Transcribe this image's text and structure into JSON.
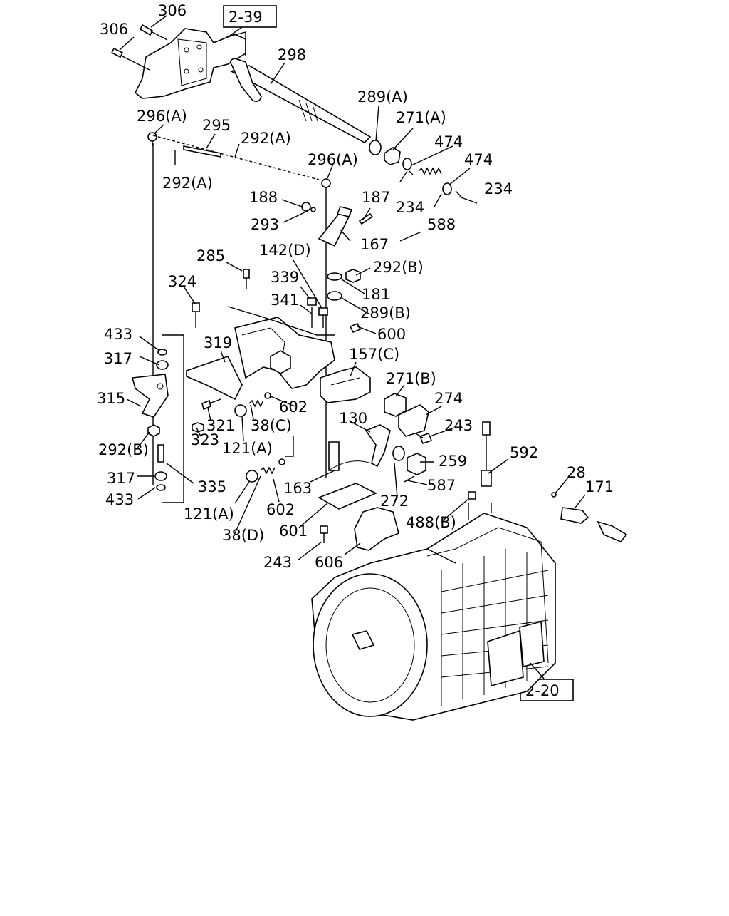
{
  "diagram": {
    "references": [
      "2-39",
      "2-20"
    ],
    "callouts": [
      "306",
      "306",
      "298",
      "289(A)",
      "271(A)",
      "474",
      "474",
      "234",
      "234",
      "588",
      "296(A)",
      "295",
      "292(A)",
      "292(A)",
      "296(A)",
      "188",
      "187",
      "293",
      "167",
      "285",
      "142(D)",
      "292(B)",
      "339",
      "341",
      "181",
      "289(B)",
      "324",
      "600",
      "433",
      "319",
      "157(C)",
      "317",
      "271(B)",
      "315",
      "274",
      "602",
      "243",
      "321",
      "38(C)",
      "130",
      "292(B)",
      "323",
      "121(A)",
      "259",
      "592",
      "28",
      "171",
      "317",
      "335",
      "163",
      "587",
      "433",
      "121(A)",
      "602",
      "272",
      "38(D)",
      "601",
      "488(B)",
      "243",
      "606"
    ]
  }
}
